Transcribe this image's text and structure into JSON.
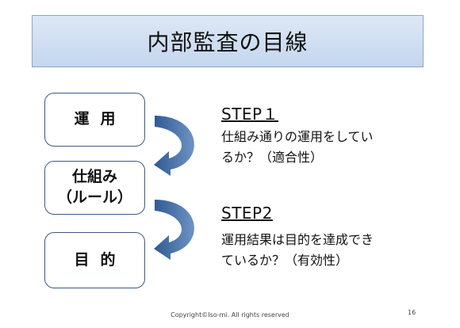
{
  "title": "内部監査の目線",
  "boxes": {
    "operation": "運用",
    "mechanism_line1": "仕組み",
    "mechanism_line2": "（ルール）",
    "purpose": "目的"
  },
  "steps": [
    {
      "label": "STEP１",
      "desc_line1": "仕組み通りの運用をしてい",
      "desc_line2": "るか？（適合性）"
    },
    {
      "label": "STEP2",
      "desc_line1": "運用結果は目的を達成でき",
      "desc_line2": "ているか？（有効性）"
    }
  ],
  "footer": "Copyright©Iso-mi. All rights reserved",
  "page_number": "16",
  "colors": {
    "title_bg_top": "#dde8f6",
    "title_bg_bottom": "#c4d6ee",
    "arrow": "#4f76a8",
    "box_border": "#3d5a86"
  }
}
